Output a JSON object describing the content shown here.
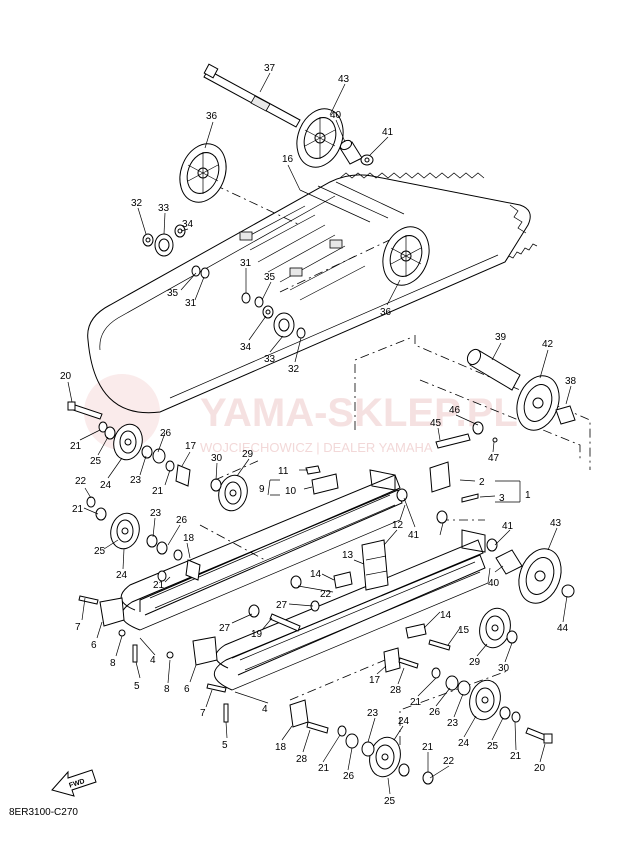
{
  "diagram_code": "8ER3100-C270",
  "fwd_label": "FWD",
  "watermark": {
    "main": "YAMA-SKLEP.PL",
    "sub": "WOJCIECHOWICZ | DEALER YAMAHA"
  },
  "callouts": [
    {
      "id": "c37",
      "text": "37"
    },
    {
      "id": "c43a",
      "text": "43"
    },
    {
      "id": "c36a",
      "text": "36"
    },
    {
      "id": "c40a",
      "text": "40"
    },
    {
      "id": "c41a",
      "text": "41"
    },
    {
      "id": "c16",
      "text": "16"
    },
    {
      "id": "c32a",
      "text": "32"
    },
    {
      "id": "c33a",
      "text": "33"
    },
    {
      "id": "c34a",
      "text": "34"
    },
    {
      "id": "c31a",
      "text": "31"
    },
    {
      "id": "c35a",
      "text": "35"
    },
    {
      "id": "c31b",
      "text": "31"
    },
    {
      "id": "c35b",
      "text": "35"
    },
    {
      "id": "c34b",
      "text": "34"
    },
    {
      "id": "c33b",
      "text": "33"
    },
    {
      "id": "c32b",
      "text": "32"
    },
    {
      "id": "c36b",
      "text": "36"
    },
    {
      "id": "c39",
      "text": "39"
    },
    {
      "id": "c42",
      "text": "42"
    },
    {
      "id": "c38",
      "text": "38"
    },
    {
      "id": "c20a",
      "text": "20"
    },
    {
      "id": "c21a",
      "text": "21"
    },
    {
      "id": "c25a",
      "text": "25"
    },
    {
      "id": "c24a",
      "text": "24"
    },
    {
      "id": "c26a",
      "text": "26"
    },
    {
      "id": "c23a",
      "text": "23"
    },
    {
      "id": "c17a",
      "text": "17"
    },
    {
      "id": "c21b",
      "text": "21"
    },
    {
      "id": "c46",
      "text": "46"
    },
    {
      "id": "c45",
      "text": "45"
    },
    {
      "id": "c47",
      "text": "47"
    },
    {
      "id": "c30a",
      "text": "30"
    },
    {
      "id": "c29a",
      "text": "29"
    },
    {
      "id": "c11",
      "text": "11"
    },
    {
      "id": "c9",
      "text": "9"
    },
    {
      "id": "c10",
      "text": "10"
    },
    {
      "id": "c2",
      "text": "2"
    },
    {
      "id": "c1",
      "text": "1"
    },
    {
      "id": "c3",
      "text": "3"
    },
    {
      "id": "c22a",
      "text": "22"
    },
    {
      "id": "c21c",
      "text": "21"
    },
    {
      "id": "c25b",
      "text": "25"
    },
    {
      "id": "c23b",
      "text": "23"
    },
    {
      "id": "c26b",
      "text": "26"
    },
    {
      "id": "c18a",
      "text": "18"
    },
    {
      "id": "c24b",
      "text": "24"
    },
    {
      "id": "c21d",
      "text": "21"
    },
    {
      "id": "c41b",
      "text": "41"
    },
    {
      "id": "c12",
      "text": "12"
    },
    {
      "id": "c41c",
      "text": "41"
    },
    {
      "id": "c43b",
      "text": "43"
    },
    {
      "id": "c13",
      "text": "13"
    },
    {
      "id": "c14a",
      "text": "14"
    },
    {
      "id": "c22b",
      "text": "22"
    },
    {
      "id": "c40b",
      "text": "40"
    },
    {
      "id": "c7a",
      "text": "7"
    },
    {
      "id": "c6a",
      "text": "6"
    },
    {
      "id": "c8a",
      "text": "8"
    },
    {
      "id": "c5a",
      "text": "5"
    },
    {
      "id": "c4a",
      "text": "4"
    },
    {
      "id": "c27a",
      "text": "27"
    },
    {
      "id": "c27b",
      "text": "27"
    },
    {
      "id": "c19",
      "text": "19"
    },
    {
      "id": "c14b",
      "text": "14"
    },
    {
      "id": "c15",
      "text": "15"
    },
    {
      "id": "c44",
      "text": "44"
    },
    {
      "id": "c8b",
      "text": "8"
    },
    {
      "id": "c6b",
      "text": "6"
    },
    {
      "id": "c29b",
      "text": "29"
    },
    {
      "id": "c30b",
      "text": "30"
    },
    {
      "id": "c17b",
      "text": "17"
    },
    {
      "id": "c28a",
      "text": "28"
    },
    {
      "id": "c21e",
      "text": "21"
    },
    {
      "id": "c26c",
      "text": "26"
    },
    {
      "id": "c23c",
      "text": "23"
    },
    {
      "id": "c7b",
      "text": "7"
    },
    {
      "id": "c4b",
      "text": "4"
    },
    {
      "id": "c5b",
      "text": "5"
    },
    {
      "id": "c18b",
      "text": "18"
    },
    {
      "id": "c28b",
      "text": "28"
    },
    {
      "id": "c23d",
      "text": "23"
    },
    {
      "id": "c24c",
      "text": "24"
    },
    {
      "id": "c24d",
      "text": "24"
    },
    {
      "id": "c25c",
      "text": "25"
    },
    {
      "id": "c21f",
      "text": "21"
    },
    {
      "id": "c20b",
      "text": "20"
    },
    {
      "id": "c21g",
      "text": "21"
    },
    {
      "id": "c26d",
      "text": "26"
    },
    {
      "id": "c21h",
      "text": "21"
    },
    {
      "id": "c22c",
      "text": "22"
    },
    {
      "id": "c25d",
      "text": "25"
    }
  ]
}
